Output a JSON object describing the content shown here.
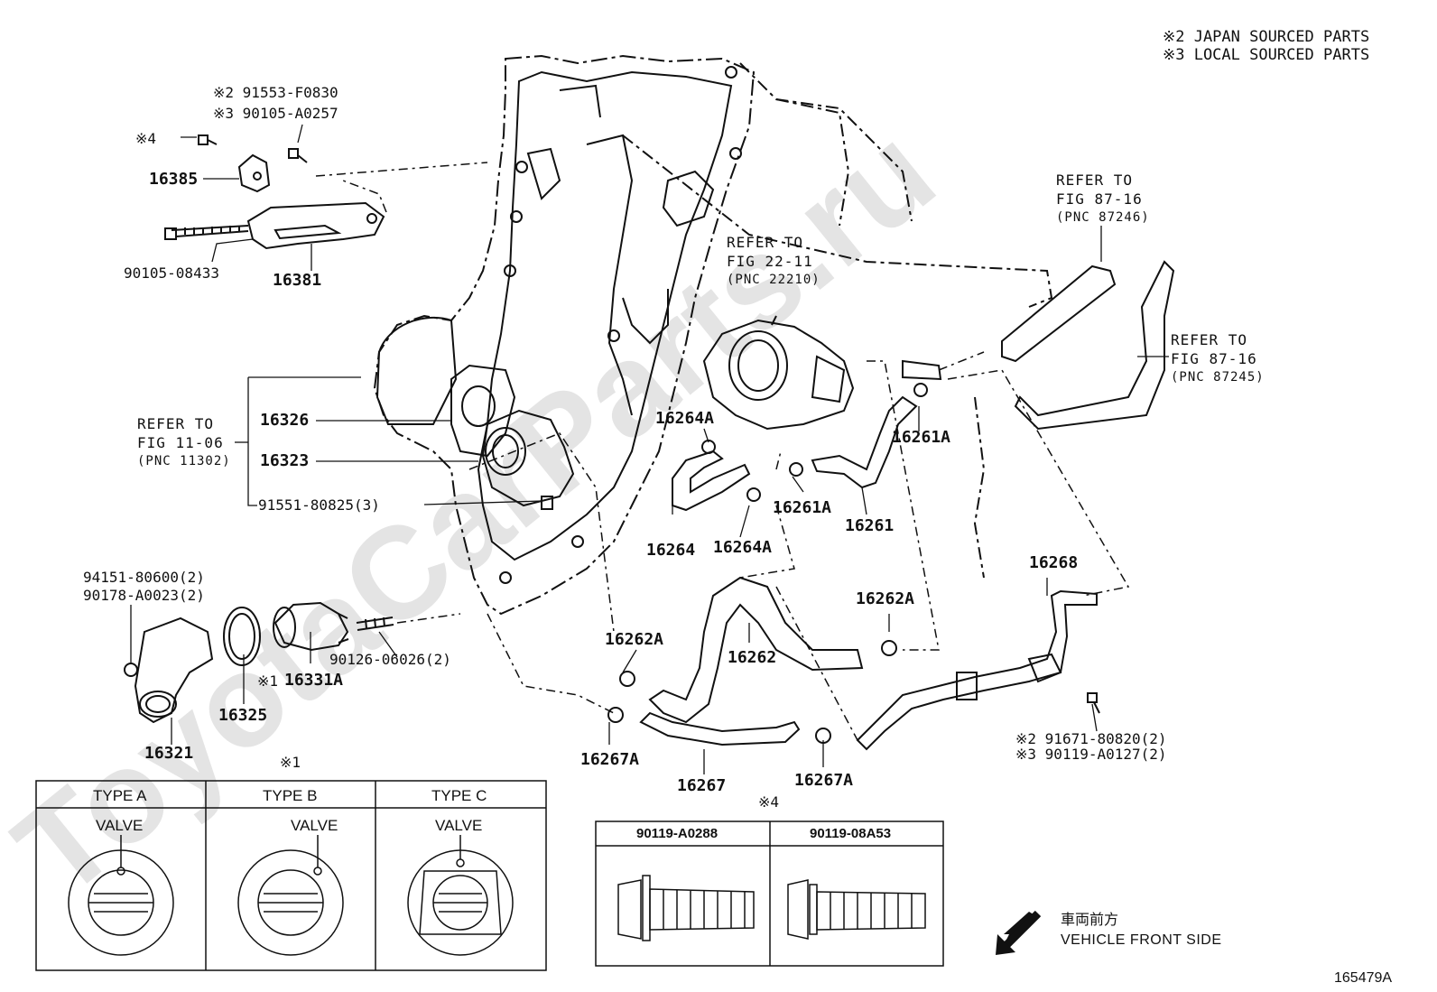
{
  "legend": {
    "japan": "※2 JAPAN SOURCED PARTS",
    "local": "※3 LOCAL SOURCED PARTS"
  },
  "watermark": "ToyotaCarParts.ru",
  "refs": {
    "fig8716_a": {
      "line1": "REFER TO",
      "line2": "FIG 87-16",
      "pnc": "(PNC 87246)"
    },
    "fig8716_b": {
      "line1": "REFER TO",
      "line2": "FIG 87-16",
      "pnc": "(PNC 87245)"
    },
    "fig2211": {
      "line1": "REFER TO",
      "line2": "FIG 22-11",
      "pnc": "(PNC 22210)"
    },
    "fig1106": {
      "line1": "REFER TO",
      "line2": "FIG 11-06",
      "pnc": "(PNC 11302)"
    }
  },
  "parts": {
    "p91553": "※2 91553-F0830",
    "p90105a": "※3 90105-A0257",
    "mark4": "※4",
    "p16385": "16385",
    "p90105_08433": "90105-08433",
    "p16381": "16381",
    "p16326": "16326",
    "p16323": "16323",
    "p91551": "91551-80825(3)",
    "p94151": "94151-80600(2)",
    "p90178": "90178-A0023(2)",
    "p16321": "16321",
    "p16325": "16325",
    "p16331a": "16331A",
    "mark1": "※1",
    "p90126": "90126-06026(2)",
    "p16264a_1": "16264A",
    "p16264": "16264",
    "p16264a_2": "16264A",
    "p16261a_1": "16261A",
    "p16261a_2": "16261A",
    "p16261": "16261",
    "p16262a_1": "16262A",
    "p16262a_2": "16262A",
    "p16262": "16262",
    "p16267a_1": "16267A",
    "p16267": "16267",
    "p16267a_2": "16267A",
    "p16268": "16268",
    "p91671": "※2 91671-80820(2)",
    "p90119": "※3 90119-A0127(2)"
  },
  "type_table": {
    "mark": "※1",
    "cols": [
      {
        "title": "TYPE A",
        "valve": "VALVE"
      },
      {
        "title": "TYPE B",
        "valve": "VALVE"
      },
      {
        "title": "TYPE C",
        "valve": "VALVE"
      }
    ]
  },
  "bolt_table": {
    "mark": "※4",
    "cols": [
      "90119-A0288",
      "90119-08A53"
    ]
  },
  "front": {
    "jp": "車両前方",
    "en": "VEHICLE FRONT SIDE"
  },
  "figure_id": "165479A"
}
